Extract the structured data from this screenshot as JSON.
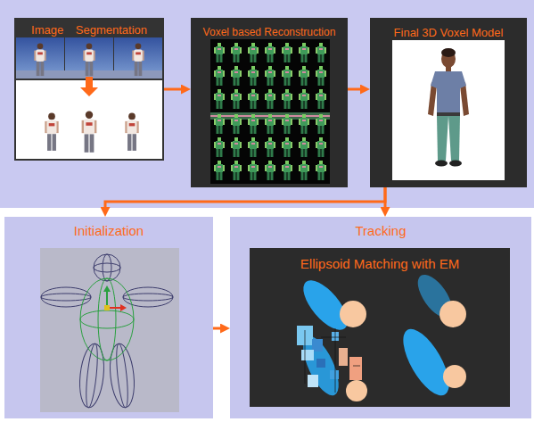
{
  "diagram": {
    "nodes": [
      {
        "text": [
          "Image Segmentation"
        ]
      },
      {
        "text": [
          "Voxel based Reconstruction"
        ]
      },
      {
        "text": [
          "Final 3D Voxel Model"
        ]
      },
      {
        "text": [
          "Initialization"
        ]
      },
      {
        "text": [
          "Tracking"
        ]
      },
      {
        "text": [
          "Ellipsoid Matching with EM"
        ],
        "in": 4
      }
    ],
    "edges": [
      {
        "from": 0,
        "to": 1,
        "arrow": "to"
      },
      {
        "from": 1,
        "to": 2,
        "arrow": "to"
      },
      {
        "from": 2,
        "to": 3,
        "arrow": "to"
      },
      {
        "from": 2,
        "to": 4,
        "arrow": "to"
      },
      {
        "from": 3,
        "to": 4,
        "arrow": "to"
      }
    ]
  }
}
